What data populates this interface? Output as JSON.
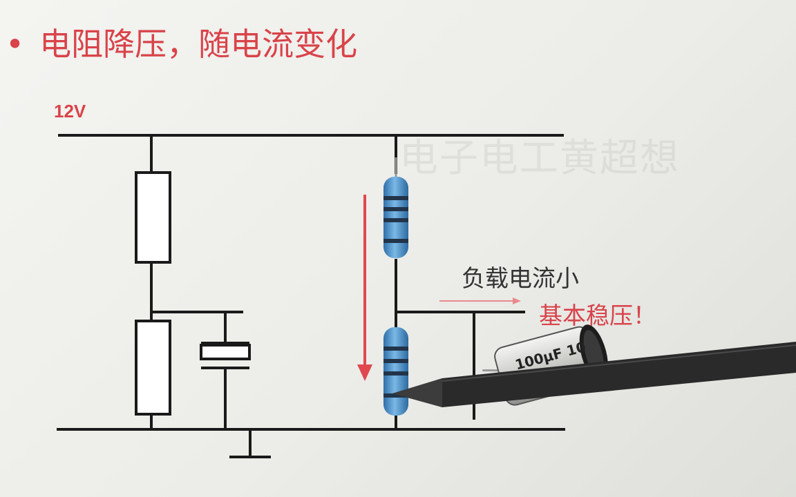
{
  "slide": {
    "bullet": "•",
    "title": "电阻降压，随电流变化",
    "supply_voltage": "12V",
    "watermark": "电子电工黄超想",
    "note_load": "负载电流小",
    "note_stable": "基本稳压！"
  },
  "capacitor": {
    "label": "100μF 10"
  },
  "colors": {
    "title_red": "#d9434a",
    "wire": "#1a1a1a",
    "resistor_blue": "#4a90c8",
    "arrow_red": "#e0484f",
    "pen": "#2a2a2a"
  },
  "icons": [
    "resistor-symbol",
    "capacitor-symbol",
    "ground-symbol",
    "physical-resistor",
    "electrolytic-capacitor",
    "pen-pointer",
    "current-arrow"
  ]
}
